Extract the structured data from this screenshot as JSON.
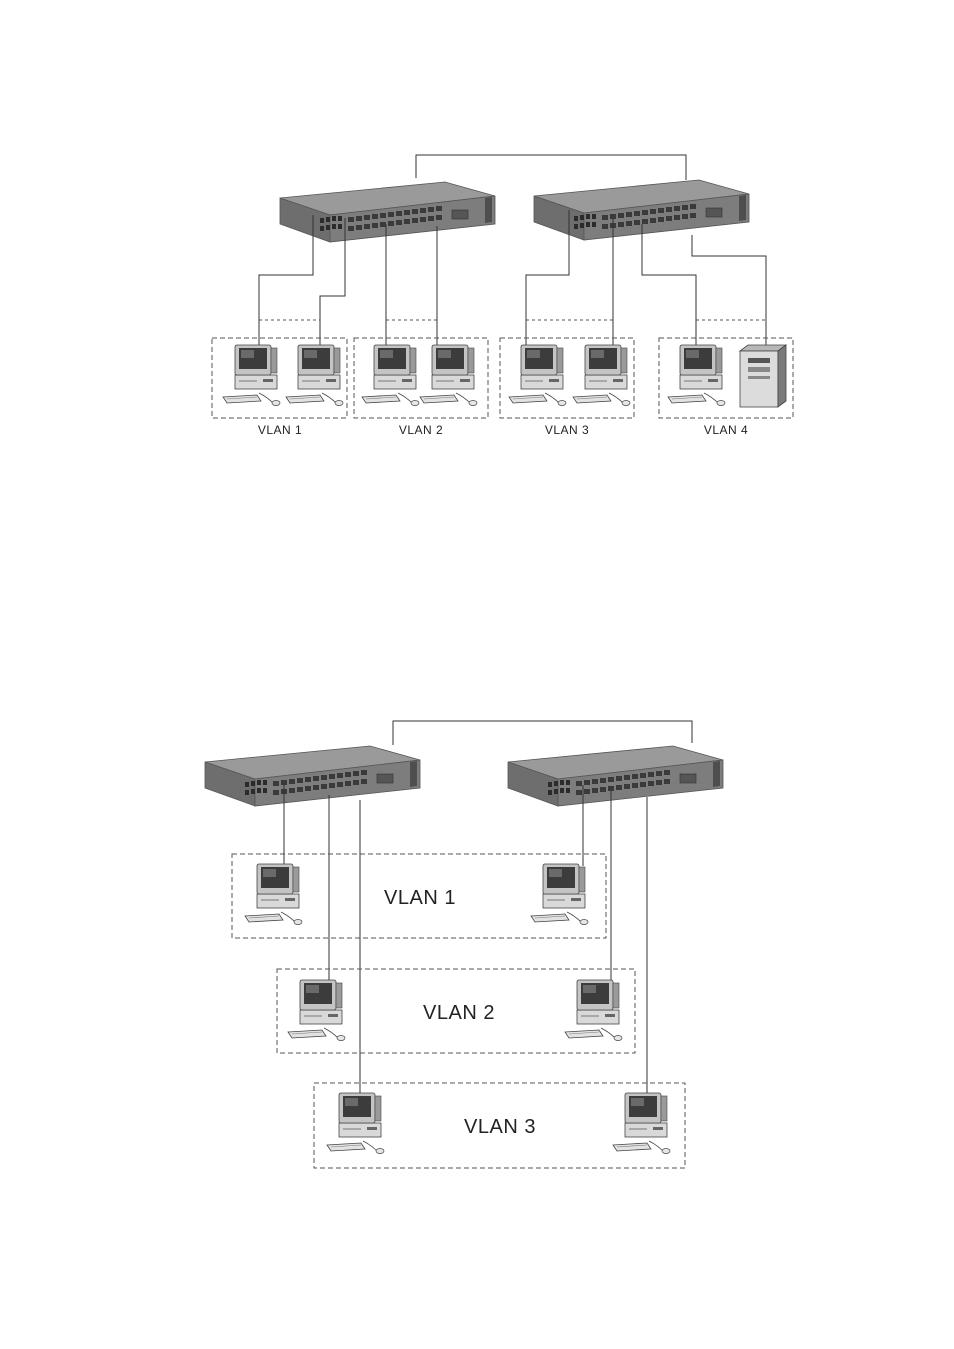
{
  "diagram_top": {
    "vlans": [
      {
        "label": "VLAN 1"
      },
      {
        "label": "VLAN 2"
      },
      {
        "label": "VLAN 3"
      },
      {
        "label": "VLAN 4"
      }
    ]
  },
  "diagram_bottom": {
    "vlans": [
      {
        "label": "VLAN 1"
      },
      {
        "label": "VLAN 2"
      },
      {
        "label": "VLAN 3"
      }
    ]
  }
}
